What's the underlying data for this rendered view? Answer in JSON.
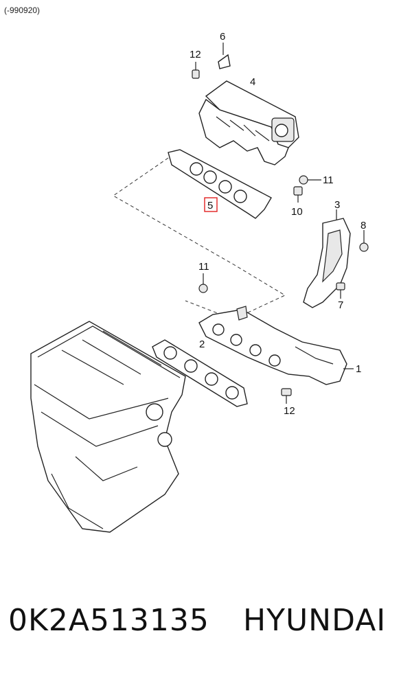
{
  "header_note": "(-990920)",
  "callouts": [
    {
      "id": "1",
      "label": "1"
    },
    {
      "id": "2",
      "label": "2"
    },
    {
      "id": "3",
      "label": "3"
    },
    {
      "id": "4",
      "label": "4"
    },
    {
      "id": "5",
      "label": "5",
      "highlighted": true
    },
    {
      "id": "6",
      "label": "6"
    },
    {
      "id": "7",
      "label": "7"
    },
    {
      "id": "8",
      "label": "8"
    },
    {
      "id": "10",
      "label": "10"
    },
    {
      "id": "11a",
      "label": "11"
    },
    {
      "id": "11b",
      "label": "11"
    },
    {
      "id": "12a",
      "label": "12"
    },
    {
      "id": "12b",
      "label": "12"
    }
  ],
  "highlight_color": "#e02020",
  "part_number": "0K2A513135",
  "brand": "HYUNDAI"
}
